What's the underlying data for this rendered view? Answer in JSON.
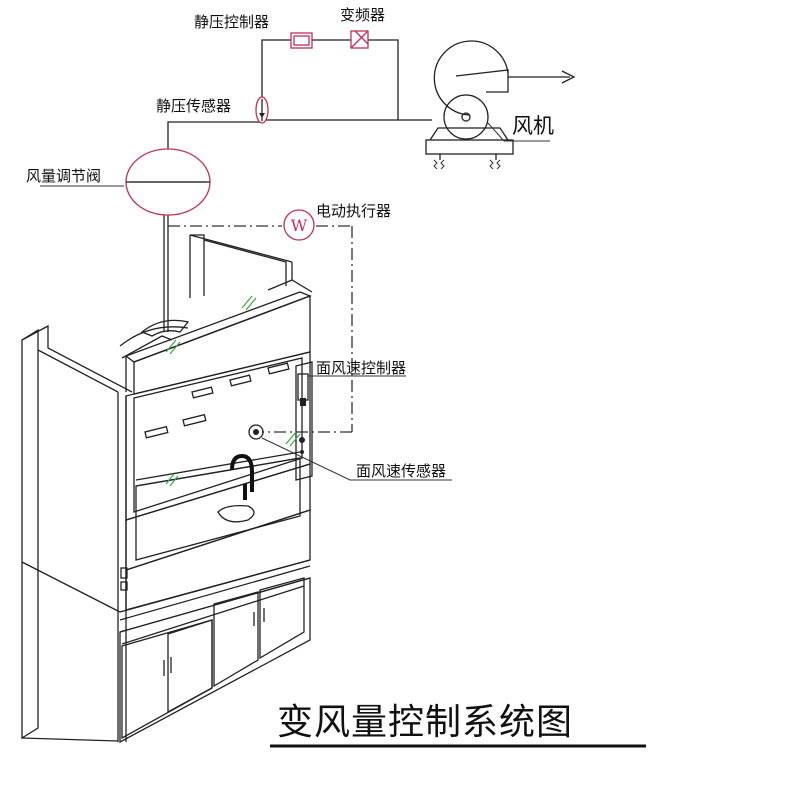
{
  "title": "变风量控制系统图",
  "labels": {
    "static_pressure_controller": "静压控制器",
    "vfd": "变频器",
    "static_pressure_sensor": "静压传感器",
    "fan": "风机",
    "air_volume_damper": "风量调节阀",
    "electric_actuator": "电动执行器",
    "face_velocity_controller": "面风速控制器",
    "face_velocity_sensor": "面风速传感器"
  },
  "symbols": {
    "actuator_letter": "W"
  },
  "colors": {
    "line": "#222222",
    "component_outline": "#c0305a",
    "glass_mark": "#3aa84a"
  }
}
